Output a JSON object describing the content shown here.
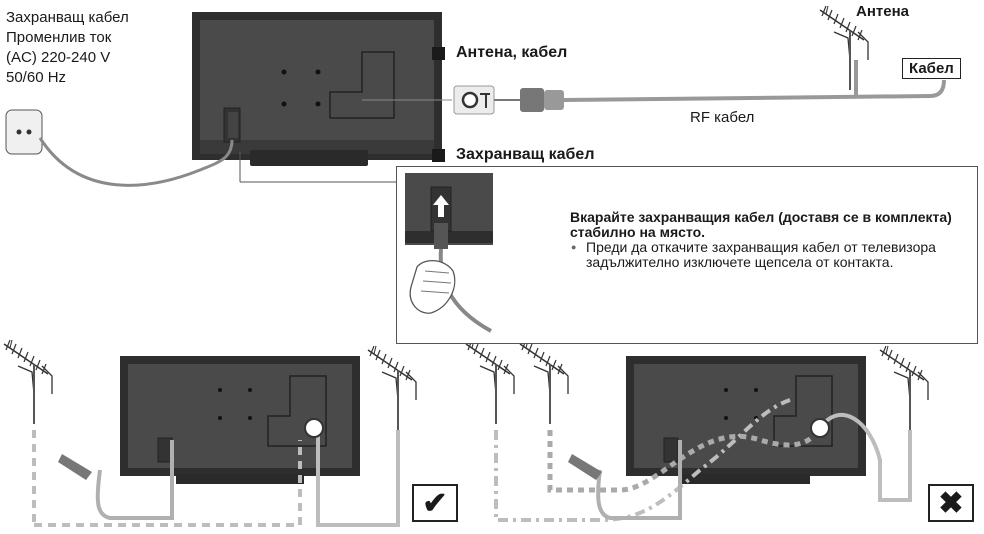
{
  "power_label": [
    "Захранващ кабел",
    "Променлив ток",
    "(AC) 220-240 V",
    "50/60 Hz"
  ],
  "antenna_cable_heading": "Антена, кабел",
  "antenna_label": "Антена",
  "cable_label": "Кабел",
  "rf_cable_label": "RF кабел",
  "power_cable_heading": "Захранващ кабел",
  "instruction_bold": "Вкарайте захранващия кабел (доставя се в комплекта) стабилно на място.",
  "instruction_bullet": "Преди да откачите захранващия кабел от телевизора задължително изключете щепсела от контакта.",
  "correct_mark": "✔",
  "wrong_mark": "✖",
  "colors": {
    "tv_body": "#4a4a4a",
    "tv_frame": "#2e2e2e",
    "cable_gray": "#9a9a9a",
    "dashed_gray": "#bdbdbd"
  }
}
